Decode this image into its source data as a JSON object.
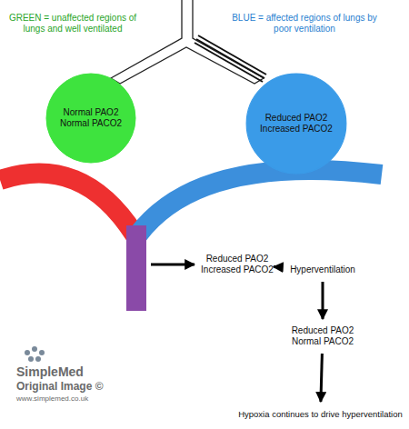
{
  "diagram": {
    "nodes": [
      {
        "text": [
          "Normal PAO2",
          "Normal PACO2"
        ]
      },
      {
        "text": [
          "Reduced PAO2",
          "Increased PACO2"
        ]
      },
      {
        "text": [
          "Reduced PAO2",
          "Increased PACO2"
        ]
      },
      {
        "text": [
          "Hyperventilation"
        ]
      },
      {
        "text": [
          "Reduced PAO2",
          "Normal PACO2"
        ]
      },
      {
        "text": [
          "Hypoxia continues to drive hyperventilation"
        ]
      }
    ],
    "edges": [
      {
        "from": 2,
        "to": 3,
        "arrow": "to"
      },
      {
        "from": 3,
        "to": 4,
        "arrow": "to"
      },
      {
        "from": 4,
        "to": 5,
        "arrow": "to"
      }
    ],
    "labels": [
      "GREEN = unaffected regions of lungs and well ventilated",
      "BLUE = affected regions of lungs by poor ventilation",
      "SimpleMed",
      "Original Image ©",
      "www.simplemed.co.uk"
    ]
  }
}
